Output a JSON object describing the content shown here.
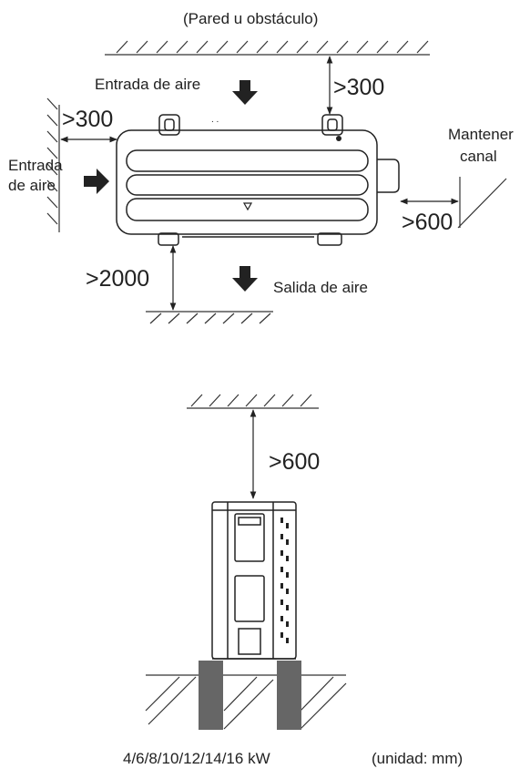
{
  "labels": {
    "wall": "(Pared u obstáculo)",
    "inlet_top": "Entrada de aire",
    "inlet_left_1": "Entrada",
    "inlet_left_2": "de aire",
    "maintain_1": "Mantener",
    "maintain_2": "canal",
    "outlet": "Salida de aire",
    "model": "4/6/8/10/12/14/16 kW",
    "unit": "(unidad: mm)"
  },
  "clearances": {
    "top": ">300",
    "left": ">300",
    "right": ">600",
    "front": ">2000",
    "vertical_top": ">600"
  }
}
